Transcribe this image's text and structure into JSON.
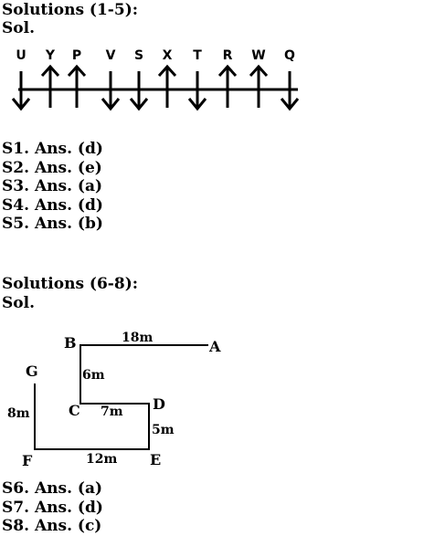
{
  "section1": {
    "heading": "Solutions (1-5):",
    "sol": "Sol.",
    "people": [
      {
        "name": "U",
        "dir": "down"
      },
      {
        "name": "Y",
        "dir": "up"
      },
      {
        "name": "P",
        "dir": "up"
      },
      {
        "name": "V",
        "dir": "down"
      },
      {
        "name": "S",
        "dir": "down"
      },
      {
        "name": "X",
        "dir": "up"
      },
      {
        "name": "T",
        "dir": "down"
      },
      {
        "name": "R",
        "dir": "up"
      },
      {
        "name": "W",
        "dir": "up"
      },
      {
        "name": "Q",
        "dir": "down"
      }
    ],
    "answers": [
      "S1. Ans. (d)",
      "S2. Ans. (e)",
      "S3. Ans. (a)",
      "S4. Ans. (d)",
      "S5. Ans. (b)"
    ]
  },
  "section2": {
    "heading": "Solutions (6-8):",
    "sol": "Sol.",
    "diagram": {
      "points": {
        "A": "A",
        "B": "B",
        "C": "C",
        "D": "D",
        "E": "E",
        "F": "F",
        "G": "G"
      },
      "distances": {
        "BA": "18m",
        "BC": "6m",
        "CD": "7m",
        "DE": "5m",
        "EF": "12m",
        "FG": "8m"
      }
    },
    "answers": [
      "S6. Ans. (a)",
      "S7. Ans. (d)",
      "S8. Ans. (c)"
    ]
  }
}
